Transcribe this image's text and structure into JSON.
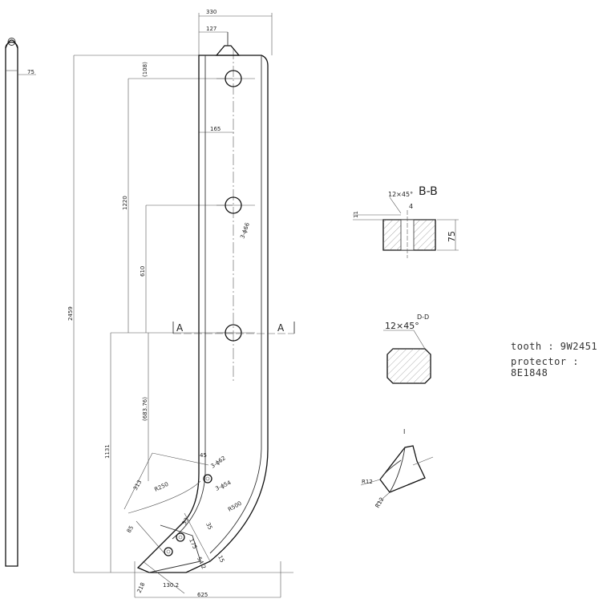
{
  "notes": {
    "tooth": "tooth : 9W2451",
    "protector": "protector : 8E1848"
  },
  "dims": {
    "w330": "330",
    "w127": "127",
    "d108": "(108)",
    "w165": "165",
    "h1220": "1220",
    "h610": "610",
    "hole_d66": "3-ϕ66",
    "h2459": "2459",
    "h683": "(683.76)",
    "h1131": "1131",
    "d45": "45",
    "hole_d62": "3-ϕ62",
    "hole_d54": "3-ϕ54",
    "r250": "R250",
    "r500": "R500",
    "d313": "313",
    "d85": "85",
    "d53": "53",
    "d35": "35",
    "d175": "175",
    "d15": "15",
    "d54": "54.2",
    "d218": "218",
    "d1302": "130.2",
    "w625": "625",
    "side_w75": "75"
  },
  "sections": {
    "a_left": "A",
    "a_right": "A",
    "bb_title": "B-B",
    "bb_chamfer": "12×45°",
    "bb_depth": "4",
    "bb_offset": "11",
    "bb_thickness": "75",
    "dd_title": "D-D",
    "dd_chamfer": "12×45°",
    "detail_title": "I",
    "detail_r1": "R12",
    "detail_r2": "R12"
  }
}
